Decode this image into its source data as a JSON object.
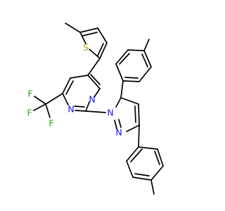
{
  "molecule": {
    "colors": {
      "carbon_bond": "#000000",
      "nitrogen": "#1010ee",
      "sulfur": "#b8a000",
      "fluorine": "#2aa018",
      "background": "#ffffff"
    },
    "atom_labels": {
      "s1": "S",
      "n_pyrimidine_1": "N",
      "n_pyrimidine_2": "N",
      "n_pyrazole_1": "N",
      "n_pyrazole_2": "N",
      "f1": "F",
      "f2": "F",
      "f3": "F"
    }
  }
}
